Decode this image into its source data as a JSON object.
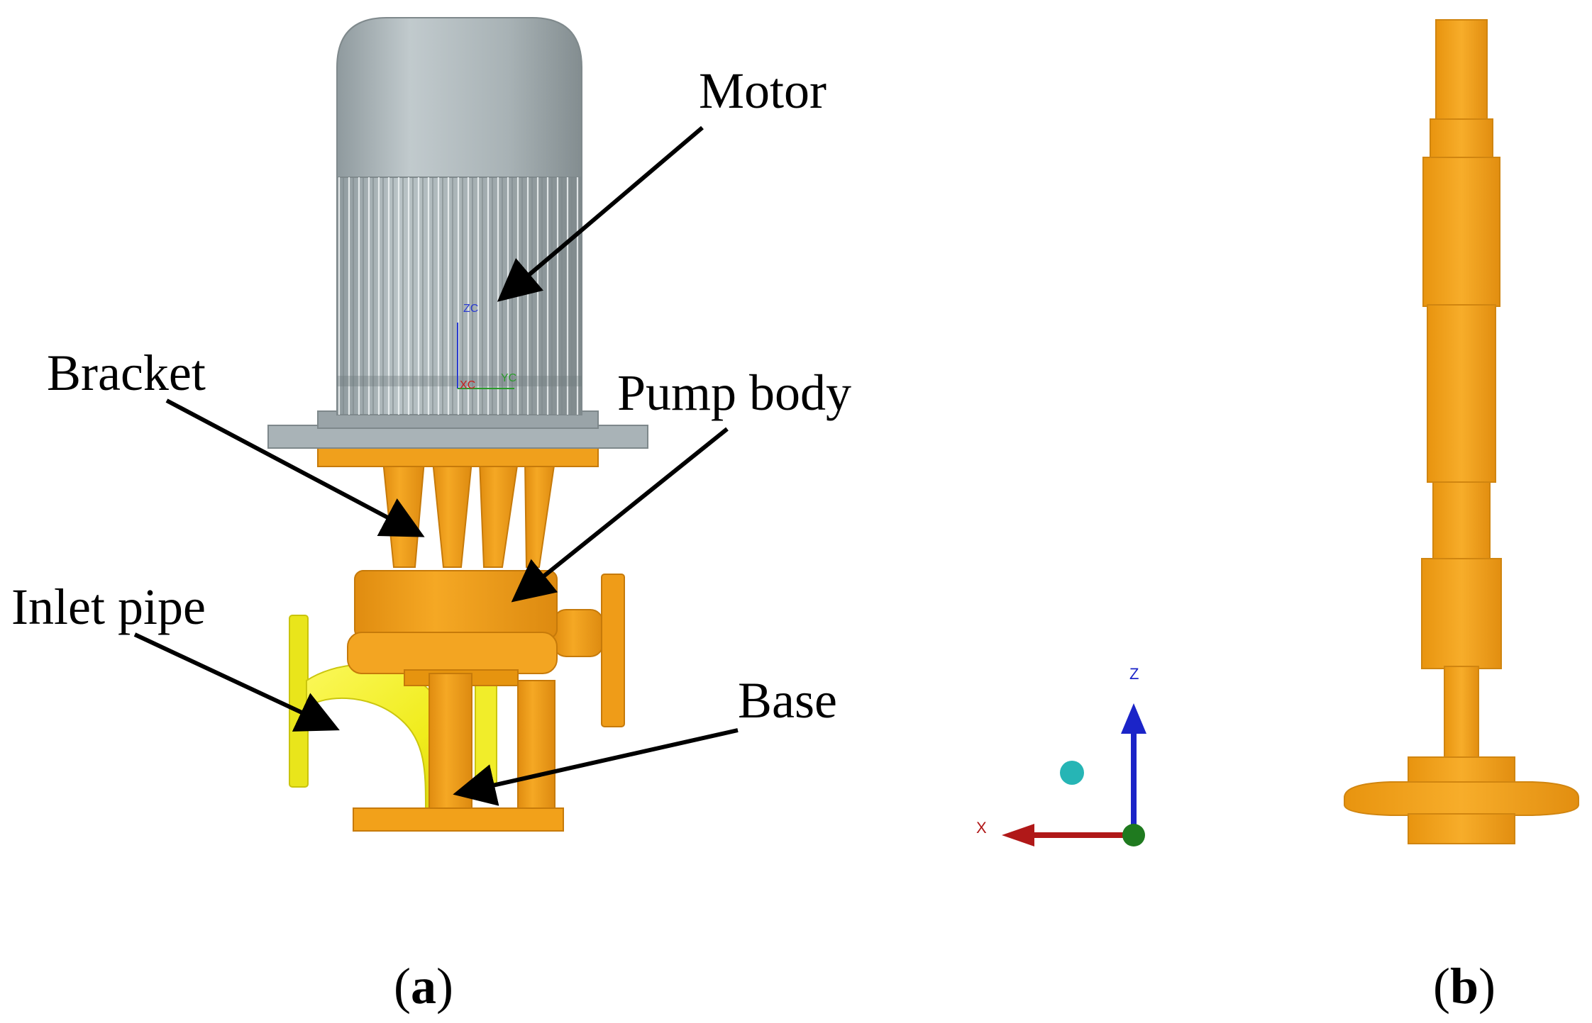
{
  "panel_a": {
    "labels": {
      "motor": "Motor",
      "bracket": "Bracket",
      "pump_body": "Pump body",
      "inlet_pipe": "Inlet pipe",
      "base": "Base"
    },
    "csys": {
      "z": "ZC",
      "y": "YC",
      "x": "XC"
    },
    "caption": {
      "open": "(",
      "letter": "a",
      "close": ")"
    }
  },
  "triad": {
    "z": "Z",
    "x": "X",
    "colors": {
      "z": "#1b24c8",
      "x": "#b01818",
      "origin": "#1f7a1f",
      "sphere": "#26b5b5"
    }
  },
  "panel_b": {
    "caption": {
      "open": "(",
      "letter": "b",
      "close": ")"
    }
  },
  "colors": {
    "motor": "#a9b4b8",
    "pump_orange": "#f2a11a",
    "inlet_yellow": "#f2ef1f"
  }
}
